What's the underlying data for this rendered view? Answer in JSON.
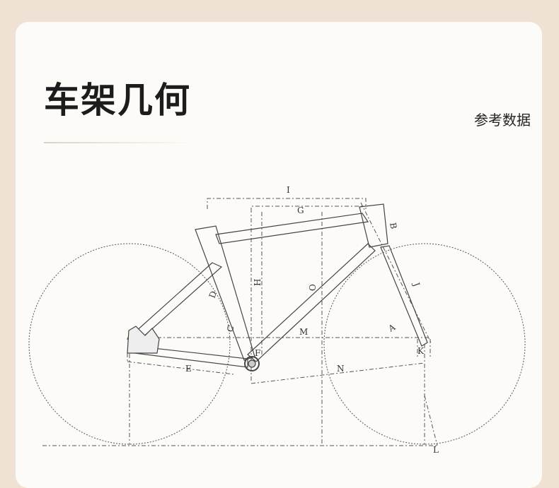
{
  "header": {
    "title": "车架几何",
    "subtitle": "参考数据"
  },
  "diagram": {
    "labels": {
      "I": "I",
      "G": "G",
      "B": "B",
      "J": "J",
      "H": "H",
      "O": "O",
      "D": "D",
      "C": "C",
      "M": "M",
      "A": "A",
      "K": "K",
      "E": "E",
      "N": "N",
      "L": "L",
      "F": "F"
    }
  }
}
